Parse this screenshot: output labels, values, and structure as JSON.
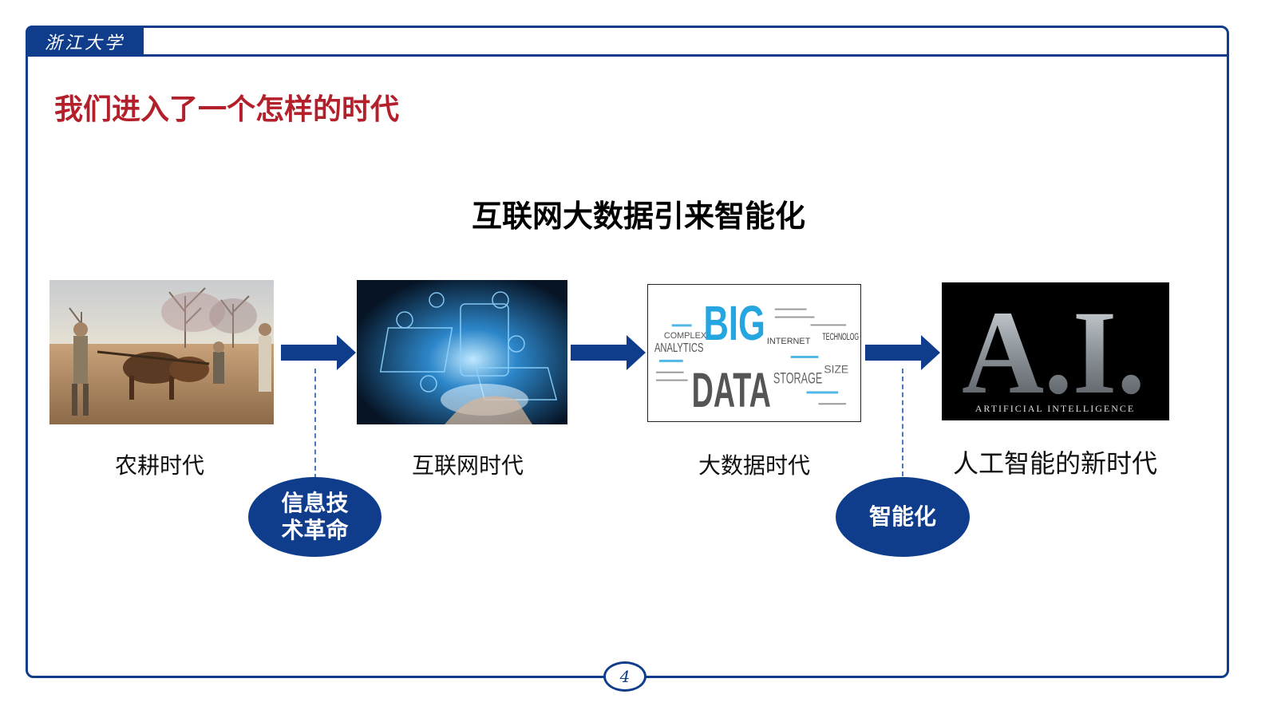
{
  "header": {
    "logo_text": "浙江大学"
  },
  "page_title": "我们进入了一个怎样的时代",
  "subtitle": "互联网大数据引来智能化",
  "stages": [
    {
      "label": "农耕时代",
      "image": "farming-scene"
    },
    {
      "label": "互联网时代",
      "image": "internet-devices"
    },
    {
      "label": "大数据时代",
      "image": "big-data-word-cloud"
    },
    {
      "label": "人工智能的新时代",
      "image": "ai-poster"
    }
  ],
  "bigdata_words": {
    "big": "BIG",
    "data": "DATA",
    "analytics": "ANALYTICS",
    "storage": "STORAGE",
    "internet": "INTERNET",
    "complex": "COMPLEX",
    "technology": "TECHNOLOG",
    "size": "SIZE"
  },
  "ai_poster": {
    "letters": "A.I.",
    "caption": "ARTIFICIAL INTELLIGENCE"
  },
  "transitions": [
    {
      "label": "信息技\n术革命"
    },
    {
      "label": "智能化"
    }
  ],
  "page_number": "4",
  "colors": {
    "brand_blue": "#0f3d8c",
    "title_red": "#b3202b"
  }
}
